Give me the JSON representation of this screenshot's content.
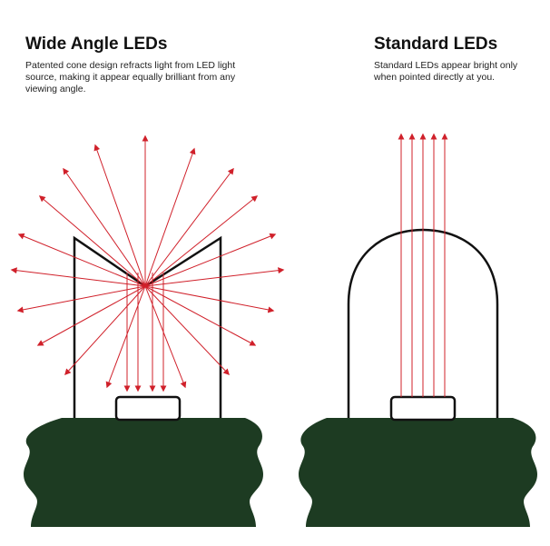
{
  "wide_angle": {
    "title": "Wide Angle LEDs",
    "description": "Patented cone design refracts light from LED light source, making it appear equally brilliant from any viewing angle."
  },
  "standard": {
    "title": "Standard LEDs",
    "description": "Standard LEDs appear bright only when pointed directly at you."
  },
  "colors": {
    "ray": "#d0202a",
    "base": "#1d3b22",
    "outline": "#111111"
  }
}
